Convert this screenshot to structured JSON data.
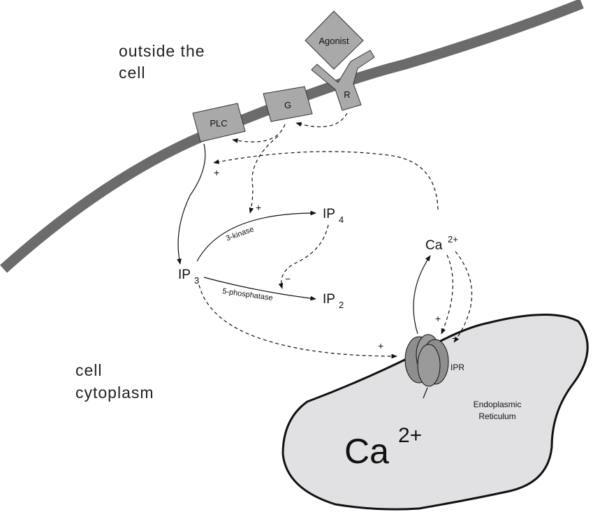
{
  "regions": {
    "outside_line1": "outside the",
    "outside_line2": "cell",
    "cytoplasm_line1": "cell",
    "cytoplasm_line2": "cytoplasm"
  },
  "membrane_proteins": {
    "agonist": "Agonist",
    "receptor": "R",
    "g_protein": "G",
    "plc": "PLC"
  },
  "species": {
    "ip3": "IP",
    "ip3_sub": "3",
    "ip4": "IP",
    "ip4_sub": "4",
    "ip2": "IP",
    "ip2_sub": "2",
    "ca_cyt": "Ca",
    "ca_cyt_sup": "2+",
    "ca_er": "Ca",
    "ca_er_sup": "2+"
  },
  "enzymes": {
    "kinase": "3-kinase",
    "phosphatase": "5-phosphatase"
  },
  "er": {
    "label_line1": "Endoplasmic",
    "label_line2": "Reticulum",
    "channel": "IPR"
  },
  "signs": {
    "plc_plus": "+",
    "kinase_plus": "+",
    "phosphatase_minus": "−",
    "ipr_ip3_plus": "+",
    "ipr_ca_plus": "+",
    "ipr_ca_minus": "−"
  },
  "colors": {
    "membrane": "#6b6b6b",
    "protein_fill": "#a9a9a9",
    "er_fill": "#e1e1e3",
    "channel_fill": "#8e8e8e"
  }
}
